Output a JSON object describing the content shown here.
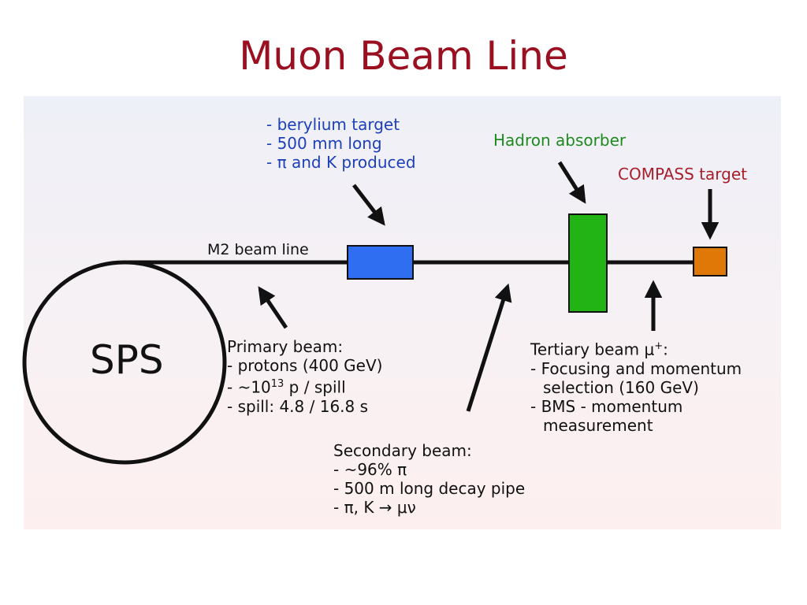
{
  "title": "Muon Beam Line",
  "sps_label": "SPS",
  "beamline_label": "M2 beam line",
  "target_notes": [
    "- berylium target",
    "- 500 mm long",
    "- π and K produced"
  ],
  "hadron_absorber": "Hadron absorber",
  "compass_target": "COMPASS target",
  "primary": {
    "heading": "Primary beam:",
    "line1": "- protons (400 GeV)",
    "line2_pre": "- ~10",
    "line2_sup": "13",
    "line2_post": " p / spill",
    "line3": "- spill: 4.8 / 16.8 s"
  },
  "secondary": {
    "heading": "Secondary beam:",
    "line1": "- ~96% π",
    "line2": "- 500 m long decay pipe",
    "line3": "- π, K → μν"
  },
  "tertiary": {
    "heading_pre": "Tertiary beam μ",
    "heading_sup": "+",
    "heading_post": ":",
    "line1": "- Focusing and momentum",
    "line2": "selection (160 GeV)",
    "line3": "- BMS - momentum",
    "line4": "measurement"
  },
  "colors": {
    "title": "#9b1020",
    "target_box": "#2f6ef0",
    "absorber_box": "#22b414",
    "compass_box": "#e07808"
  }
}
